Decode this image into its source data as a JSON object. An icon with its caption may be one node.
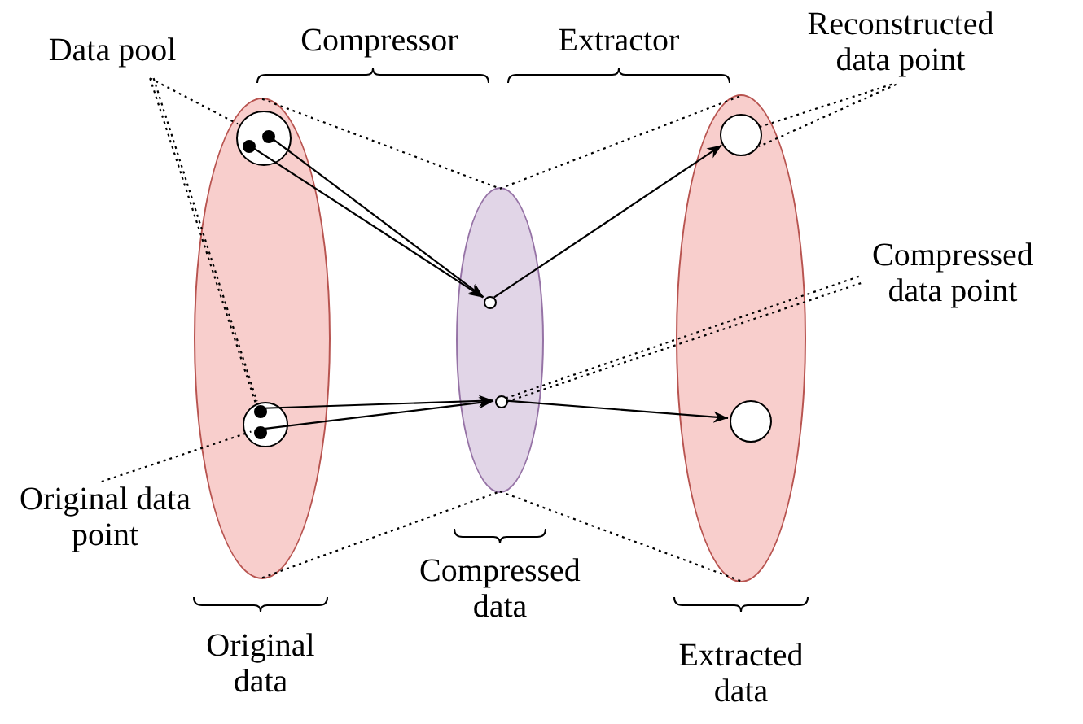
{
  "diagram": {
    "nodes": [
      {
        "text": [
          "Data pool"
        ]
      },
      {
        "text": [
          "Reconstructed data point"
        ]
      },
      {
        "text": [
          "Compressed data point"
        ]
      },
      {
        "text": [
          "Original data point"
        ]
      },
      {
        "text": [],
        "shape": "ellipse"
      },
      {
        "text": [],
        "shape": "circle",
        "in": 4
      },
      {
        "text": [],
        "shape": "circle",
        "in": 5
      },
      {
        "text": [],
        "shape": "circle",
        "in": 5
      },
      {
        "text": [],
        "shape": "circle",
        "in": 4
      },
      {
        "text": [],
        "shape": "circle",
        "in": 8
      },
      {
        "text": [],
        "shape": "circle",
        "in": 8
      },
      {
        "text": [],
        "shape": "ellipse"
      },
      {
        "text": [],
        "shape": "circle",
        "in": 11
      },
      {
        "text": [],
        "shape": "circle",
        "in": 11
      },
      {
        "text": [],
        "shape": "ellipse"
      },
      {
        "text": [],
        "shape": "circle",
        "in": 14
      },
      {
        "text": [],
        "shape": "circle",
        "in": 14
      }
    ],
    "edges": [
      {
        "from": 6,
        "to": 12,
        "arrow": "to"
      },
      {
        "from": 7,
        "to": 12,
        "arrow": "to"
      },
      {
        "from": 9,
        "to": 13,
        "arrow": "to"
      },
      {
        "from": 10,
        "to": 13,
        "arrow": "to"
      },
      {
        "from": 12,
        "to": 15,
        "arrow": "to"
      },
      {
        "from": 13,
        "to": 16,
        "arrow": "to"
      },
      {
        "from": 0,
        "to": 5,
        "arrow": "none",
        "style": "dashed"
      },
      {
        "from": 0,
        "to": 9,
        "arrow": "none",
        "style": "dashed"
      },
      {
        "from": 0,
        "to": 8,
        "arrow": "none",
        "style": "dashed"
      },
      {
        "from": 1,
        "to": 15,
        "arrow": "none",
        "style": "dashed"
      },
      {
        "from": 1,
        "to": 15,
        "arrow": "none",
        "style": "dashed"
      },
      {
        "from": 2,
        "to": 13,
        "arrow": "none",
        "style": "dashed"
      },
      {
        "from": 2,
        "to": 13,
        "arrow": "none",
        "style": "dashed"
      },
      {
        "from": 3,
        "to": 10,
        "arrow": "none",
        "style": "dashed"
      },
      {
        "from": 4,
        "to": 11,
        "arrow": "none",
        "style": "dashed"
      },
      {
        "from": 4,
        "to": 11,
        "arrow": "none",
        "style": "dashed"
      },
      {
        "from": 11,
        "to": 14,
        "arrow": "none",
        "style": "dashed"
      },
      {
        "from": 11,
        "to": 14,
        "arrow": "none",
        "style": "dashed"
      }
    ],
    "labels": [
      "Compressor",
      "Extractor",
      "Original data",
      "Compressed data",
      "Extracted data"
    ]
  }
}
